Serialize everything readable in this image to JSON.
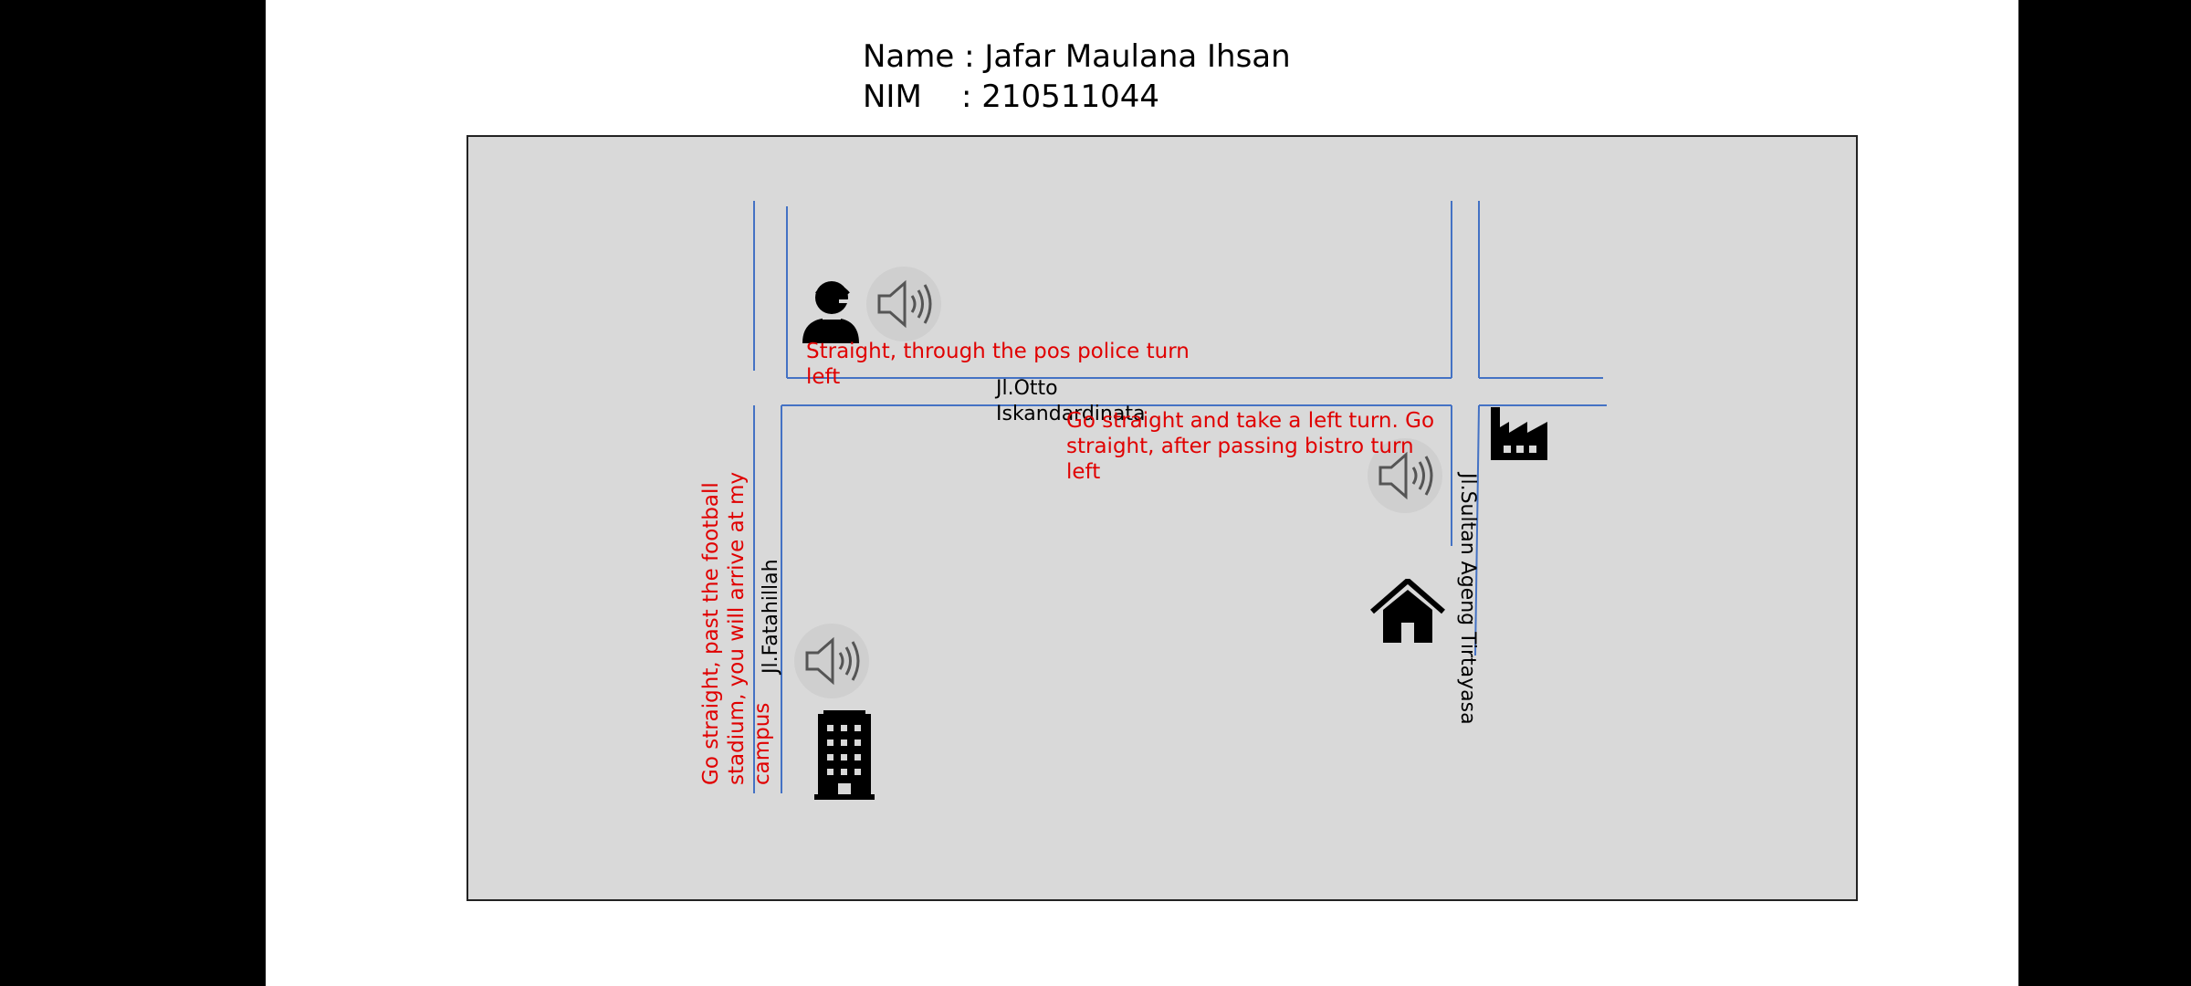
{
  "header": {
    "name_line": "Name : Jafar Maulana Ihsan",
    "nim_line": "NIM    : 210511044"
  },
  "streets": {
    "otto": "Jl.Otto Iskandardinata",
    "fatahillah": "Jl.Fatahillah",
    "sultan": "Jl.Sultan Ageng Tirtayasa"
  },
  "instructions": {
    "police": "Straight, through the pos police turn left",
    "factory": "Go straight and take a left turn. Go straight, after passing bistro turn left",
    "campus": "Go straight, past the football stadium, you will arrive at my campus"
  },
  "icons": [
    "police-officer-icon",
    "factory-icon",
    "house-icon",
    "office-building-icon",
    "speaker-icon"
  ],
  "colors": {
    "road": "#4472c4",
    "instruction": "#e00000",
    "map_background": "#d9d9d9"
  }
}
